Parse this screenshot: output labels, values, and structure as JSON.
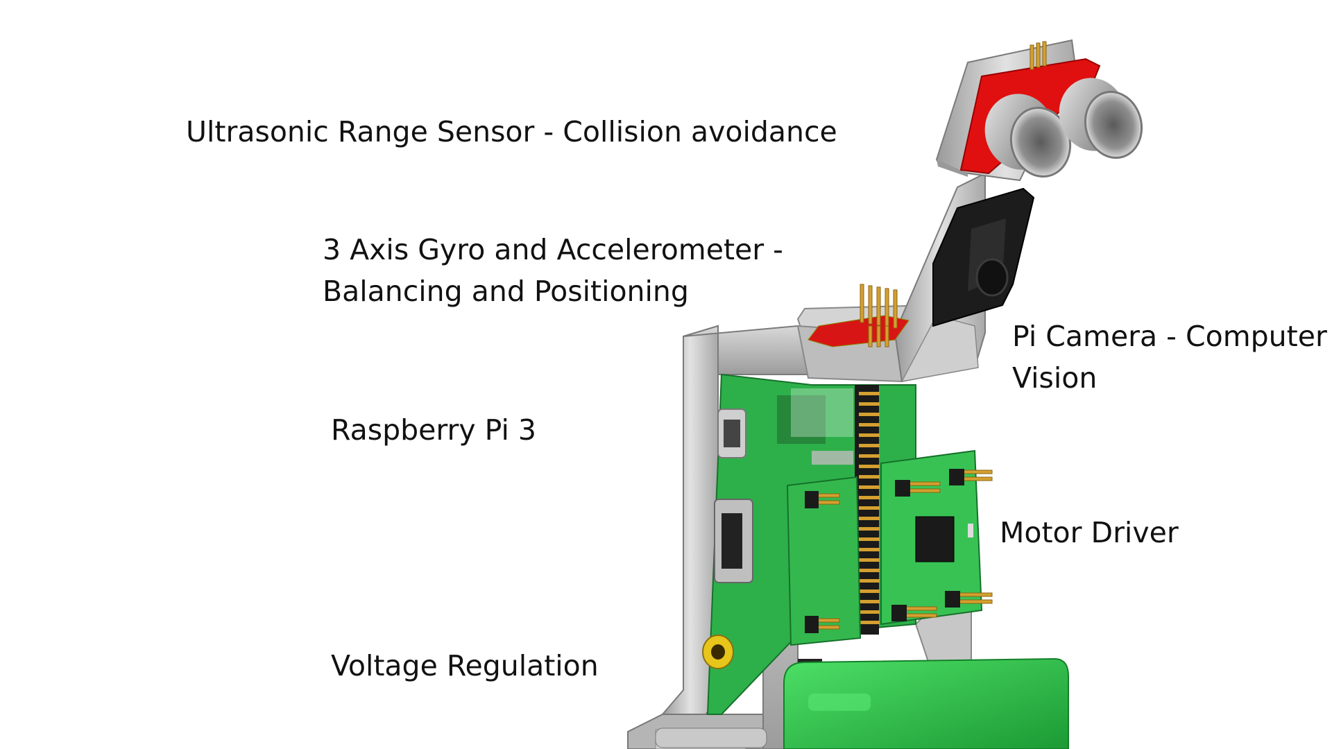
{
  "labels": {
    "ultrasonic": "Ultrasonic Range Sensor - Collision avoidance",
    "gyro_line1": "3 Axis Gyro and Accelerometer -",
    "gyro_line2": "Balancing and Positioning",
    "camera_line1": "Pi Camera - Computer",
    "camera_line2": "Vision",
    "raspberry": "Raspberry Pi 3",
    "motor": "Motor Driver",
    "voltage": "Voltage Regulation"
  },
  "colors": {
    "background": "#ffffff",
    "text": "#111111",
    "frame_aluminum": "#c8c8c8",
    "pcb_green": "#2db04a",
    "motor_green": "#2ecc40",
    "sensor_red": "#e01010",
    "camera_black": "#1c1c1c"
  }
}
